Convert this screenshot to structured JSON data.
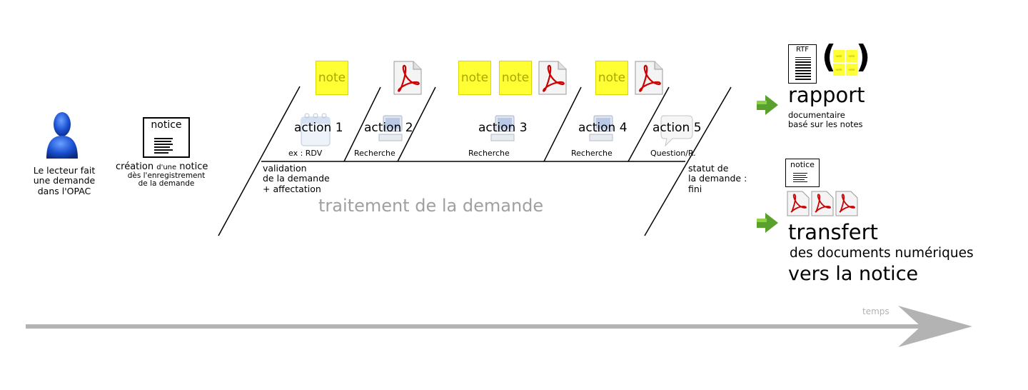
{
  "reader": {
    "label_lines": [
      "Le lecteur fait",
      "une demande",
      "dans l'OPAC"
    ]
  },
  "notice_creation": {
    "icon_label": "notice",
    "word_creation": "création",
    "word_dune": "d'une",
    "word_notice": "notice",
    "line2": "dès l'enregistrement",
    "line3": "de la demande"
  },
  "actions": [
    {
      "label": "action 1",
      "sub": "ex : RDV"
    },
    {
      "label": "action 2",
      "sub": "Recherche"
    },
    {
      "label": "action 3",
      "sub": "Recherche"
    },
    {
      "label": "action 4",
      "sub": "Recherche"
    },
    {
      "label": "action 5",
      "sub": "Question/R."
    }
  ],
  "note_label": "note",
  "validation_lines": [
    "validation",
    "de la demande",
    "+ affectation"
  ],
  "processing_title": "traitement de la demande",
  "status_lines": [
    "statut de",
    "la demande :",
    "fini"
  ],
  "report": {
    "rtf_label": "RTF",
    "title": "rapport",
    "sub_lines": [
      "documentaire",
      "basé sur les notes"
    ],
    "paren_open": "(",
    "paren_close": ")",
    "mini_note": "note"
  },
  "transfer": {
    "notice_label": "notice",
    "title": "transfert",
    "line2": "des documents numériques",
    "line3": "vers la notice"
  },
  "timeline_label": "temps",
  "colors": {
    "note_fill": "#ffff33",
    "note_text": "#a8a800",
    "pdf_red": "#cc0000",
    "timeline_gray": "#b3b3b3",
    "arrow_green": "#5aa02c",
    "reader_blue": "#1a4fd0"
  }
}
